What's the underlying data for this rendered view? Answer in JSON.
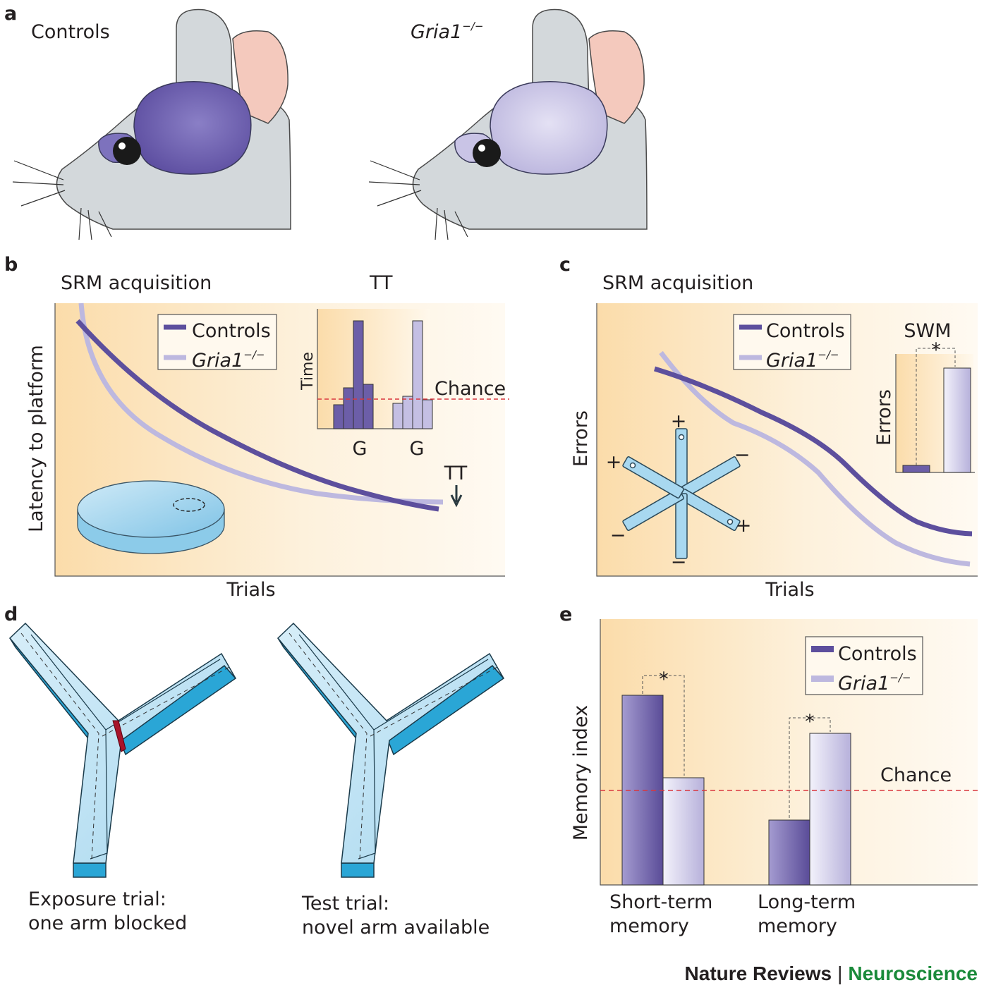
{
  "footer": {
    "journal": "Nature Reviews",
    "separator": "|",
    "section": "Neuroscience"
  },
  "colors": {
    "controls": "#6c5ea8",
    "gria1": "#c0bce0",
    "chance": "#d9363e",
    "maze": "#3aaed8",
    "neuroscience": "#1a8a3a"
  },
  "panel_a": {
    "letter": "a",
    "left_label": "Controls",
    "right_label_main": "Gria1",
    "right_label_sup": "−/−"
  },
  "panel_b": {
    "letter": "b",
    "title": "SRM acquisition",
    "title_tt": "TT",
    "ylabel": "Latency to platform",
    "xlabel": "Trials",
    "legend": {
      "controls": "Controls",
      "gria1_main": "Gria1",
      "gria1_sup": "−/−"
    },
    "inset": {
      "ylabel": "Time",
      "chance": "Chance",
      "g1": "G",
      "g2": "G"
    },
    "tt_marker": "TT"
  },
  "panel_c": {
    "letter": "c",
    "title": "SRM acquisition",
    "ylabel": "Errors",
    "xlabel": "Trials",
    "legend": {
      "controls": "Controls",
      "gria1_main": "Gria1",
      "gria1_sup": "−/−"
    },
    "inset": {
      "title": "SWM",
      "ylabel": "Errors",
      "sig": "*"
    },
    "maze_signs": {
      "top": "+",
      "left": "+",
      "right_top": "−",
      "left_bottom": "−",
      "right_bottom": "+",
      "bottom": "−"
    }
  },
  "panel_d": {
    "letter": "d",
    "left_caption_line1": "Exposure trial:",
    "left_caption_line2": "one arm blocked",
    "right_caption_line1": "Test trial:",
    "right_caption_line2": "novel arm available"
  },
  "panel_e": {
    "letter": "e",
    "ylabel": "Memory index",
    "chance": "Chance",
    "legend": {
      "controls": "Controls",
      "gria1_main": "Gria1",
      "gria1_sup": "−/−"
    },
    "sig1": "*",
    "sig2": "*",
    "group1_line1": "Short-term",
    "group1_line2": "memory",
    "group2_line1": "Long-term",
    "group2_line2": "memory"
  }
}
